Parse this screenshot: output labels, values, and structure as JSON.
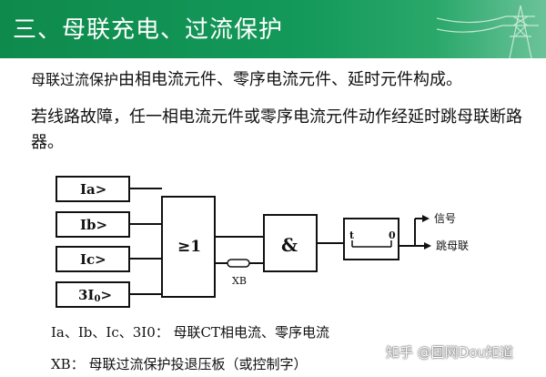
{
  "header": {
    "title": "三、母联充电、过流保护"
  },
  "paragraphs": {
    "p1_prefix": "母联过流保护",
    "p1_rest": "由相电流元件、零序电流元件、延时元件构成。",
    "p2": "若线路故障，任一相电流元件或零序电流元件动作经延时跳母联断路器。"
  },
  "diagram": {
    "inputs": [
      {
        "main": "Ia>",
        "sub": ""
      },
      {
        "main": "Ib>",
        "sub": ""
      },
      {
        "main": "Ic>",
        "sub": ""
      },
      {
        "main": "3I",
        "sub": "0",
        "suffix": ">"
      }
    ],
    "or_gate": "≥1",
    "and_gate": "&",
    "switch_label": "XB",
    "timer_t": "t",
    "timer_zero": "0",
    "output_signal": "信号",
    "output_trip": "跳母联"
  },
  "legend": {
    "line1": "Ia、Ib、Ic、3I0：  母联CT相电流、零序电流",
    "line2": "XB：  母联过流保护投退压板（或控制字）"
  },
  "watermark": {
    "text": "知乎 @国网Dou知道"
  },
  "colors": {
    "header_green": "#13995a",
    "text": "#111111"
  }
}
